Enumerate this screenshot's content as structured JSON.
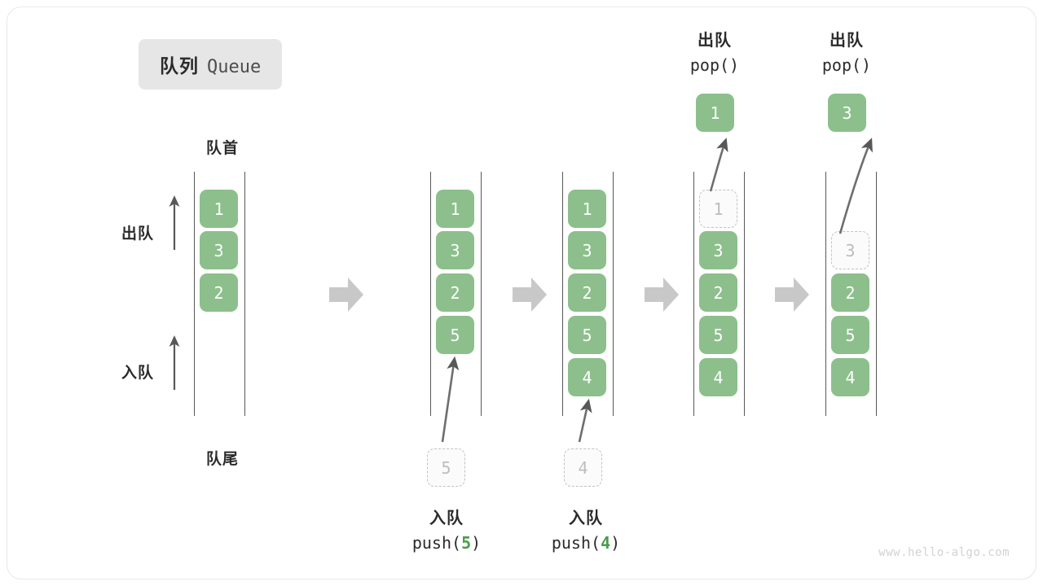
{
  "title": {
    "cn": "队列",
    "en": "Queue"
  },
  "labels": {
    "head": "队首",
    "tail": "队尾",
    "dequeue": "出队",
    "enqueue": "入队"
  },
  "watermark": "www.hello-algo.com",
  "colors": {
    "cell_fill": "#8cbf8c",
    "cell_text": "#ffffff",
    "ghost_border": "#c2c2c2",
    "ghost_text": "#bdbdbd",
    "rail": "#585858",
    "arrow": "#c8c8c8",
    "thin_arrow": "#585858",
    "accent_number": "#4a9c4a",
    "badge_bg": "#e6e6e6"
  },
  "chart_data": {
    "type": "diagram",
    "title": "队列 Queue",
    "description": "Queue FIFO operations: initial state, two pushes, two pops",
    "steps": [
      {
        "id": "initial",
        "cells": [
          "1",
          "3",
          "2"
        ],
        "ghost_top": null,
        "ghost_below": null
      },
      {
        "id": "push5",
        "cells": [
          "1",
          "3",
          "2",
          "5"
        ],
        "ghost_top": null,
        "ghost_below": "5"
      },
      {
        "id": "push4",
        "cells": [
          "1",
          "3",
          "2",
          "5",
          "4"
        ],
        "ghost_top": null,
        "ghost_below": "4"
      },
      {
        "id": "pop1",
        "cells": [
          "3",
          "2",
          "5",
          "4"
        ],
        "ghost_top": "1",
        "popped": "1"
      },
      {
        "id": "pop3",
        "cells": [
          "2",
          "5",
          "4"
        ],
        "ghost_top": "3",
        "popped": "3"
      }
    ]
  },
  "columns": [
    {
      "name": "initial-queue",
      "cells": [
        {
          "value": "1",
          "state": "filled",
          "slot": 0
        },
        {
          "value": "3",
          "state": "filled",
          "slot": 1
        },
        {
          "value": "2",
          "state": "filled",
          "slot": 2
        }
      ]
    },
    {
      "name": "after-push-5",
      "cells": [
        {
          "value": "1",
          "state": "filled",
          "slot": 0
        },
        {
          "value": "3",
          "state": "filled",
          "slot": 1
        },
        {
          "value": "2",
          "state": "filled",
          "slot": 2
        },
        {
          "value": "5",
          "state": "filled",
          "slot": 3
        }
      ],
      "incoming": {
        "value": "5"
      },
      "caption": {
        "cn": "入队",
        "code_prefix": "push(",
        "code_num": "5",
        "code_suffix": ")"
      }
    },
    {
      "name": "after-push-4",
      "cells": [
        {
          "value": "1",
          "state": "filled",
          "slot": 0
        },
        {
          "value": "3",
          "state": "filled",
          "slot": 1
        },
        {
          "value": "2",
          "state": "filled",
          "slot": 2
        },
        {
          "value": "5",
          "state": "filled",
          "slot": 3
        },
        {
          "value": "4",
          "state": "filled",
          "slot": 4
        }
      ],
      "incoming": {
        "value": "4"
      },
      "caption": {
        "cn": "入队",
        "code_prefix": "push(",
        "code_num": "4",
        "code_suffix": ")"
      }
    },
    {
      "name": "after-pop-1",
      "cells": [
        {
          "value": "1",
          "state": "ghost",
          "slot": 0
        },
        {
          "value": "3",
          "state": "filled",
          "slot": 1
        },
        {
          "value": "2",
          "state": "filled",
          "slot": 2
        },
        {
          "value": "5",
          "state": "filled",
          "slot": 3
        },
        {
          "value": "4",
          "state": "filled",
          "slot": 4
        }
      ],
      "popped": {
        "value": "1"
      },
      "caption": {
        "cn": "出队",
        "code": "pop()"
      }
    },
    {
      "name": "after-pop-3",
      "cells": [
        {
          "value": "3",
          "state": "ghost",
          "slot": 1
        },
        {
          "value": "2",
          "state": "filled",
          "slot": 2
        },
        {
          "value": "5",
          "state": "filled",
          "slot": 3
        },
        {
          "value": "4",
          "state": "filled",
          "slot": 4
        }
      ],
      "popped": {
        "value": "3"
      },
      "caption": {
        "cn": "出队",
        "code": "pop()"
      }
    }
  ]
}
